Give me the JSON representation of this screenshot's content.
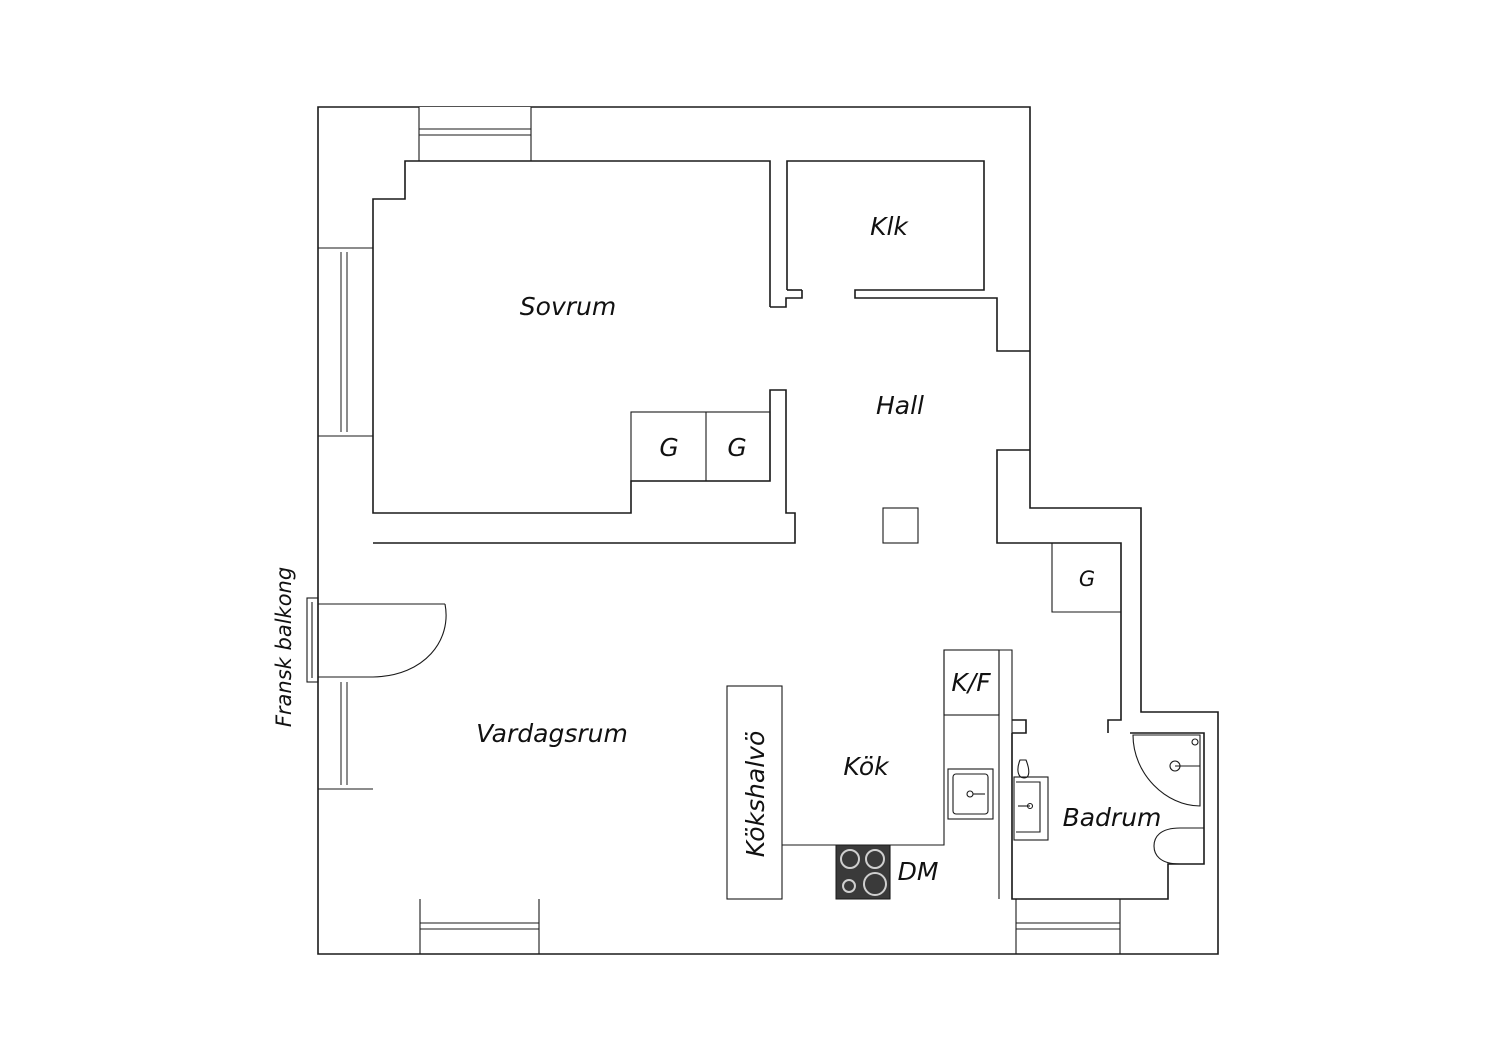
{
  "rooms": {
    "sovrum": "Sovrum",
    "klk": "Klk",
    "hall": "Hall",
    "wardrobe_1": "G",
    "wardrobe_2": "G",
    "wardrobe_3": "G",
    "vardagsrum": "Vardagsrum",
    "kokshalvo": "Kökshalvö",
    "kok": "Kök",
    "kf": "K/F",
    "dm": "DM",
    "badrum": "Badrum"
  },
  "annotations": {
    "balcony": "Fransk balkong"
  },
  "colors": {
    "line": "#1a1a1a",
    "stove": "#3a3a3a",
    "background": "#ffffff"
  }
}
